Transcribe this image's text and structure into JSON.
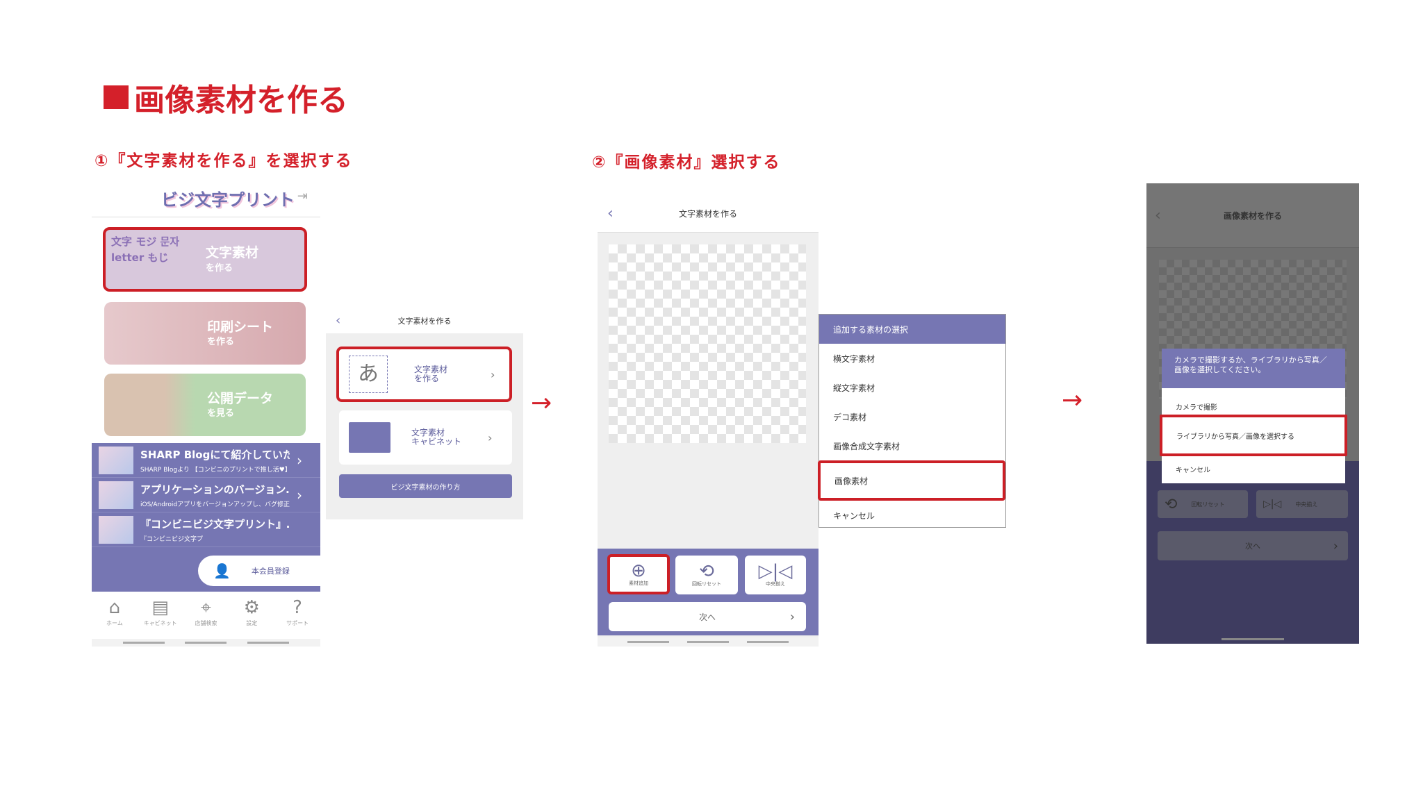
{
  "title": "画像素材を作る",
  "step1": "①『文字素材を作る』を選択する",
  "step2": "②『画像素材』選択する",
  "arrow": "→",
  "s1": {
    "logo": "ビジ文字プリント",
    "cards": [
      {
        "title": "文字素材",
        "sub": "を作る",
        "art": "文字 モジ 문자 letter もじ"
      },
      {
        "title": "印刷シート",
        "sub": "を作る"
      },
      {
        "title": "公開データ",
        "sub": "を見る"
      }
    ],
    "news": [
      {
        "title": "SHARP Blogにて紹介していただ…",
        "sub": "SHARP Blogより 【コンビニのプリントで推し活♥】…"
      },
      {
        "title": "アプリケーションのバージョン…",
        "sub": "iOS/Androidアプリをバージョンアップし、バグ修正…"
      },
      {
        "title": "『コンビニビジ文字プリント』…",
        "sub": "『コンビニビジ文字プ"
      }
    ],
    "member": "本会員登録",
    "nav": [
      "ホーム",
      "キャビネット",
      "店舗検索",
      "設定",
      "サポート"
    ]
  },
  "s2": {
    "header": "文字素材を作る",
    "items": [
      {
        "label1": "文字素材",
        "label2": "を作る"
      },
      {
        "label1": "文字素材",
        "label2": "キャビネット"
      }
    ],
    "button": "ビジ文字素材の作り方"
  },
  "s3": {
    "header": "文字素材を作る",
    "tools": [
      "素材追加",
      "回転リセット",
      "中央揃え"
    ],
    "next": "次へ"
  },
  "menu": {
    "header": "追加する素材の選択",
    "items": [
      "横文字素材",
      "縦文字素材",
      "デコ素材",
      "画像合成文字素材",
      "画像素材",
      "キャンセル"
    ]
  },
  "s4": {
    "header": "画像素材を作る",
    "dialog": "カメラで撮影するか、ライブラリから写真／画像を選択してください。",
    "items": [
      "カメラで撮影",
      "ライブラリから写真／画像を選択する",
      "キャンセル"
    ],
    "tools": [
      "回転リセット",
      "中央揃え"
    ],
    "next": "次へ"
  }
}
